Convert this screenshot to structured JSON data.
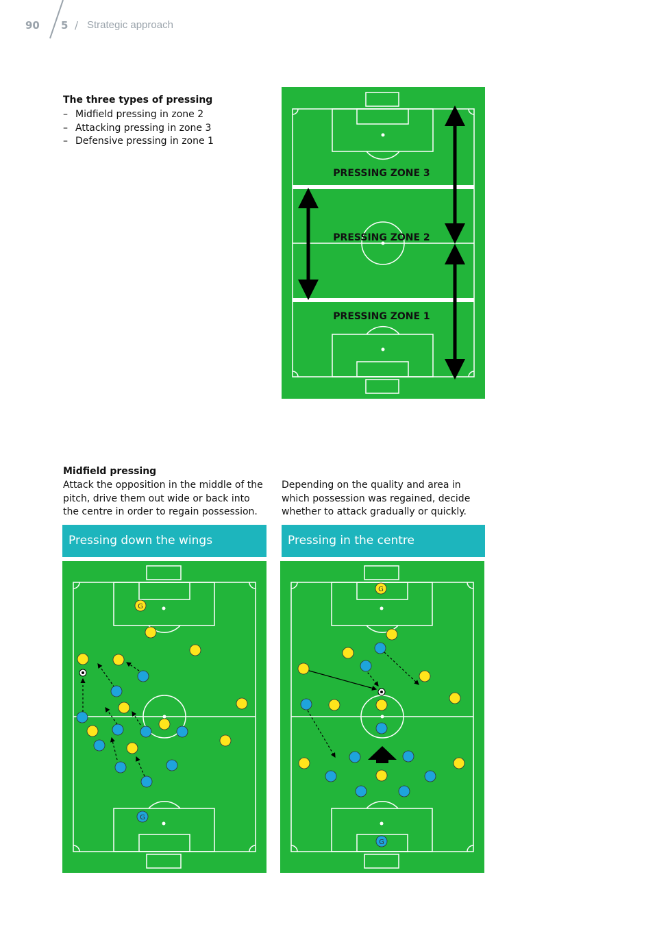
{
  "header": {
    "page_number": "90",
    "chapter_number": "5",
    "separator": "/",
    "chapter_title": "Strategic approach"
  },
  "pressing_types": {
    "title": "The three types of pressing",
    "items": [
      "Midfield pressing in zone 2",
      "Attacking pressing in zone 3",
      "Defensive pressing in zone 1"
    ]
  },
  "zones_diagram": {
    "zone3_label": "PRESSING ZONE 3",
    "zone2_label": "PRESSING ZONE 2",
    "zone1_label": "PRESSING ZONE 1"
  },
  "midfield": {
    "title": "Midfield pressing",
    "left_text": "Attack the opposition in the middle of the pitch, drive them out wide or back into the centre in order to regain possession.",
    "right_text": "Depending on the quality and area in which possession was regained, decide whether to attack gradually or quickly."
  },
  "diagram_wings": {
    "title": "Pressing down the wings",
    "goalkeeper_label": "G"
  },
  "diagram_centre": {
    "title": "Pressing in the centre",
    "goalkeeper_label": "G"
  },
  "colors": {
    "pitch": "#22b53a",
    "banner": "#1db5bd",
    "yellow_team": "#ffe51c",
    "blue_team": "#1ea4dc",
    "header_gray": "#9aa3ab"
  }
}
